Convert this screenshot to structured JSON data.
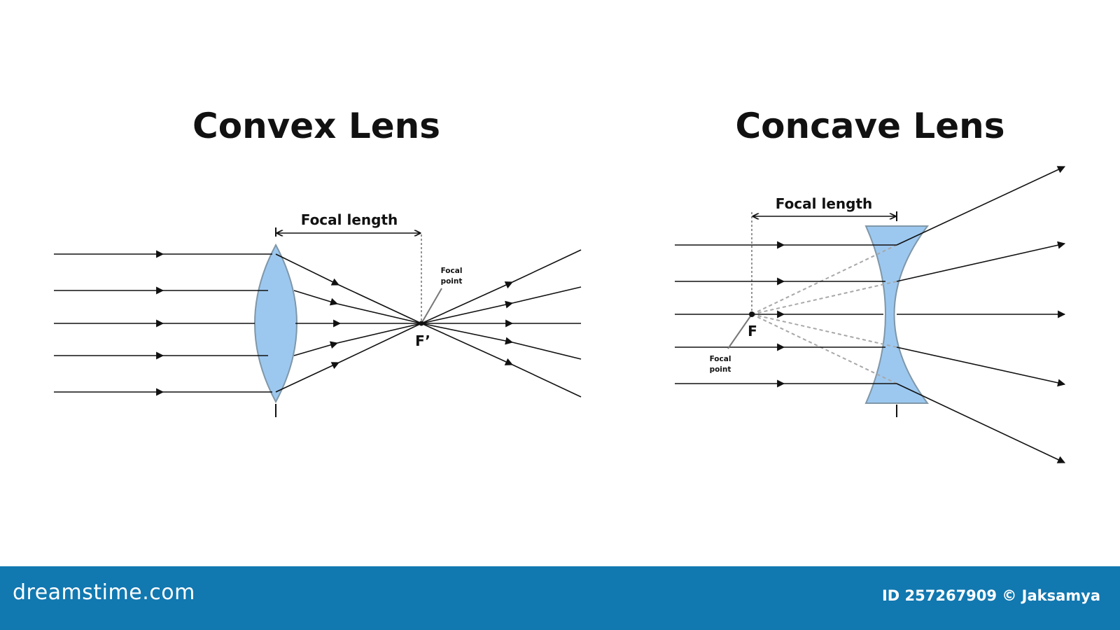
{
  "convex": {
    "title": "Convex Lens",
    "focal_length_label": "Focal length",
    "focal_point_label_line1": "Focal",
    "focal_point_label_line2": "point",
    "focus_label": "F’"
  },
  "concave": {
    "title": "Concave Lens",
    "focal_length_label": "Focal length",
    "focal_point_label_line1": "Focal",
    "focal_point_label_line2": "point",
    "focus_label": "F"
  },
  "footer": {
    "brand": "dreamstime.com",
    "credit": "ID 257267909 © Jaksamya"
  },
  "colors": {
    "lens_fill": "#9cc8f0",
    "lens_stroke": "#7f97a8",
    "footer_bg": "#1178b0"
  }
}
